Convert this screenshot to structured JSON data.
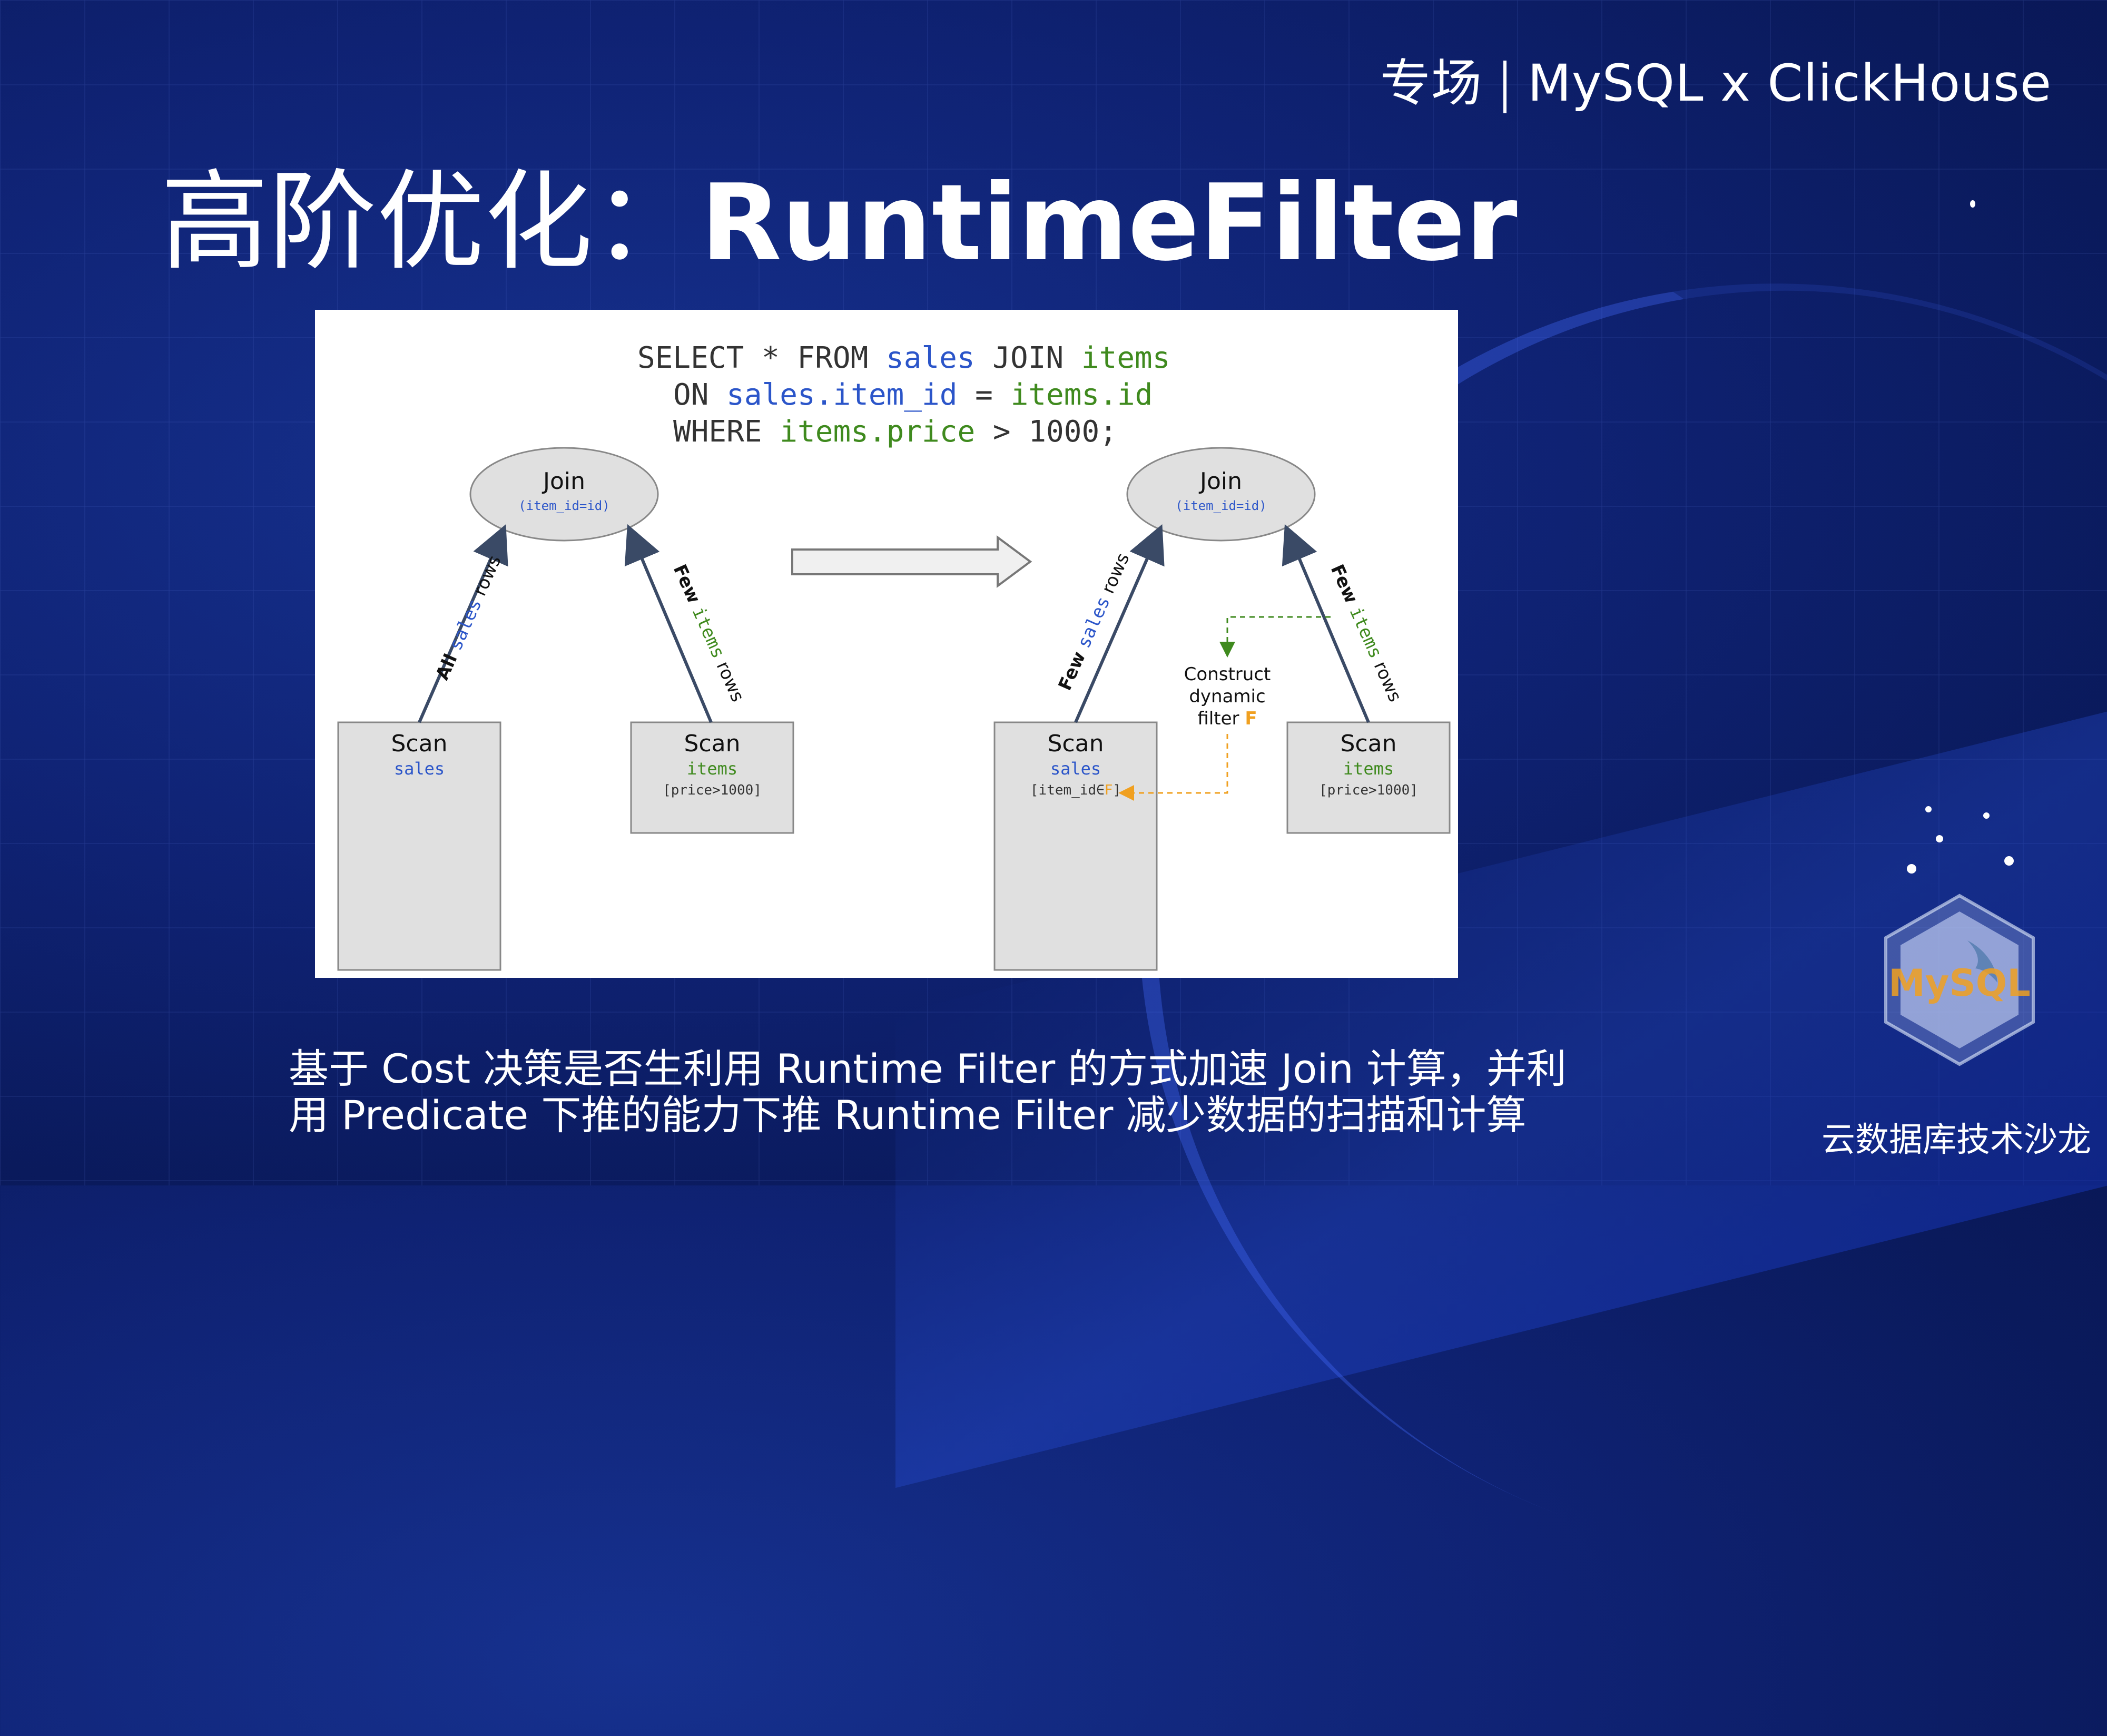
{
  "header": {
    "brand_left": "专场",
    "brand_right": "MySQL x ClickHouse"
  },
  "title": {
    "cn": "高阶优化：",
    "en": "RuntimeFilter"
  },
  "diagram": {
    "sql": {
      "line1": {
        "kw1": "SELECT * FROM ",
        "t1": "sales",
        "kw2": " JOIN ",
        "t2": "items"
      },
      "line2": {
        "kw1": "ON ",
        "t1": "sales.item_id",
        "kw2": " = ",
        "t2": "items.id"
      },
      "line3": {
        "kw1": "WHERE ",
        "t1": "items.price",
        "kw2": " > 1000;"
      }
    },
    "left": {
      "join_label": "Join",
      "join_cond": "(item_id=id)",
      "left_edge_prefix": "All ",
      "left_edge_table": "sales",
      "left_edge_suffix": " rows",
      "right_edge_prefix": "Few ",
      "right_edge_table": "items",
      "right_edge_suffix": " rows",
      "scan_sales_label": "Scan",
      "scan_sales_table": "sales",
      "scan_items_label": "Scan",
      "scan_items_table": "items",
      "scan_items_pred": "[price>1000]"
    },
    "right": {
      "join_label": "Join",
      "join_cond": "(item_id=id)",
      "left_edge_prefix": "Few ",
      "left_edge_table": "sales",
      "left_edge_suffix": " rows",
      "right_edge_prefix": "Few ",
      "right_edge_table": "items",
      "right_edge_suffix": " rows",
      "construct_1": "Construct",
      "construct_2": "dynamic",
      "construct_3_prefix": "filter ",
      "construct_3_f": "F",
      "scan_sales_label": "Scan",
      "scan_sales_table": "sales",
      "scan_sales_pred_prefix": "[item_id∈",
      "scan_sales_pred_f": "F",
      "scan_sales_pred_suffix": "]",
      "scan_items_label": "Scan",
      "scan_items_table": "items",
      "scan_items_pred": "[price>1000]"
    },
    "colors": {
      "keyword": "#333333",
      "table_blue": "#2b55c9",
      "table_green": "#3f8a1e",
      "filter_orange": "#f0a020",
      "arrow": "#3a4a66"
    }
  },
  "caption": {
    "line1": "基于 Cost 决策是否生利用 Runtime Filter 的方式加速 Join 计算，并利",
    "line2": "用  Predicate 下推的能力下推 Runtime Filter 减少数据的扫描和计算"
  },
  "footer": {
    "text": "云数据库技术沙龙"
  },
  "logo": {
    "text": "MySQL",
    "icon": "mysql-dolphin-icon"
  }
}
